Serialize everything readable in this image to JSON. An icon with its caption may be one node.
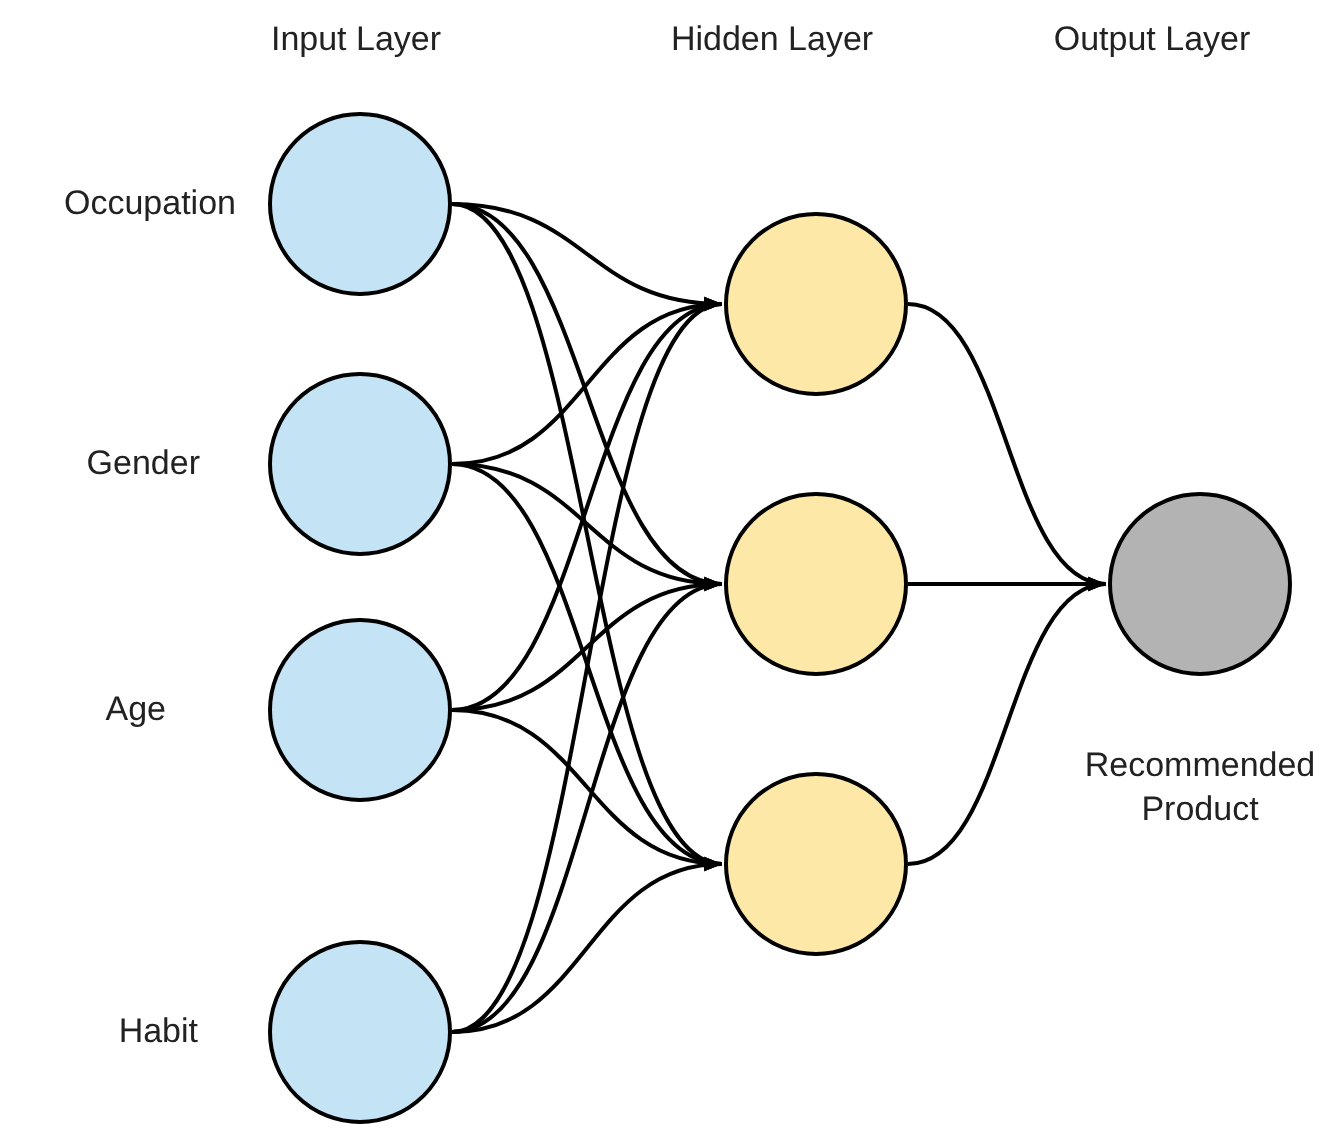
{
  "diagram": {
    "nodes": [
      {
        "text": [],
        "shape": "circle",
        "beside": [
          "Occupation"
        ]
      },
      {
        "text": [],
        "shape": "circle",
        "beside": [
          "Gender"
        ]
      },
      {
        "text": [],
        "shape": "circle",
        "beside": [
          "Age"
        ]
      },
      {
        "text": [],
        "shape": "circle",
        "beside": [
          "Habit"
        ]
      },
      {
        "text": [],
        "shape": "circle"
      },
      {
        "text": [],
        "shape": "circle"
      },
      {
        "text": [],
        "shape": "circle"
      },
      {
        "text": [],
        "shape": "circle",
        "beside": [
          "Recommended Product"
        ]
      }
    ],
    "edges": [
      {
        "from": 0,
        "to": 4,
        "arrow": "to"
      },
      {
        "from": 0,
        "to": 5,
        "arrow": "to"
      },
      {
        "from": 0,
        "to": 6,
        "arrow": "to"
      },
      {
        "from": 1,
        "to": 4,
        "arrow": "to"
      },
      {
        "from": 1,
        "to": 5,
        "arrow": "to"
      },
      {
        "from": 1,
        "to": 6,
        "arrow": "to"
      },
      {
        "from": 2,
        "to": 4,
        "arrow": "to"
      },
      {
        "from": 2,
        "to": 5,
        "arrow": "to"
      },
      {
        "from": 2,
        "to": 6,
        "arrow": "to"
      },
      {
        "from": 3,
        "to": 4,
        "arrow": "to"
      },
      {
        "from": 3,
        "to": 5,
        "arrow": "to"
      },
      {
        "from": 3,
        "to": 6,
        "arrow": "to"
      },
      {
        "from": 4,
        "to": 7,
        "arrow": "to"
      },
      {
        "from": 5,
        "to": 7,
        "arrow": "to"
      },
      {
        "from": 6,
        "to": 7,
        "arrow": "to"
      }
    ],
    "labels": [
      "Input Layer",
      "Hidden Layer",
      "Output Layer"
    ]
  }
}
